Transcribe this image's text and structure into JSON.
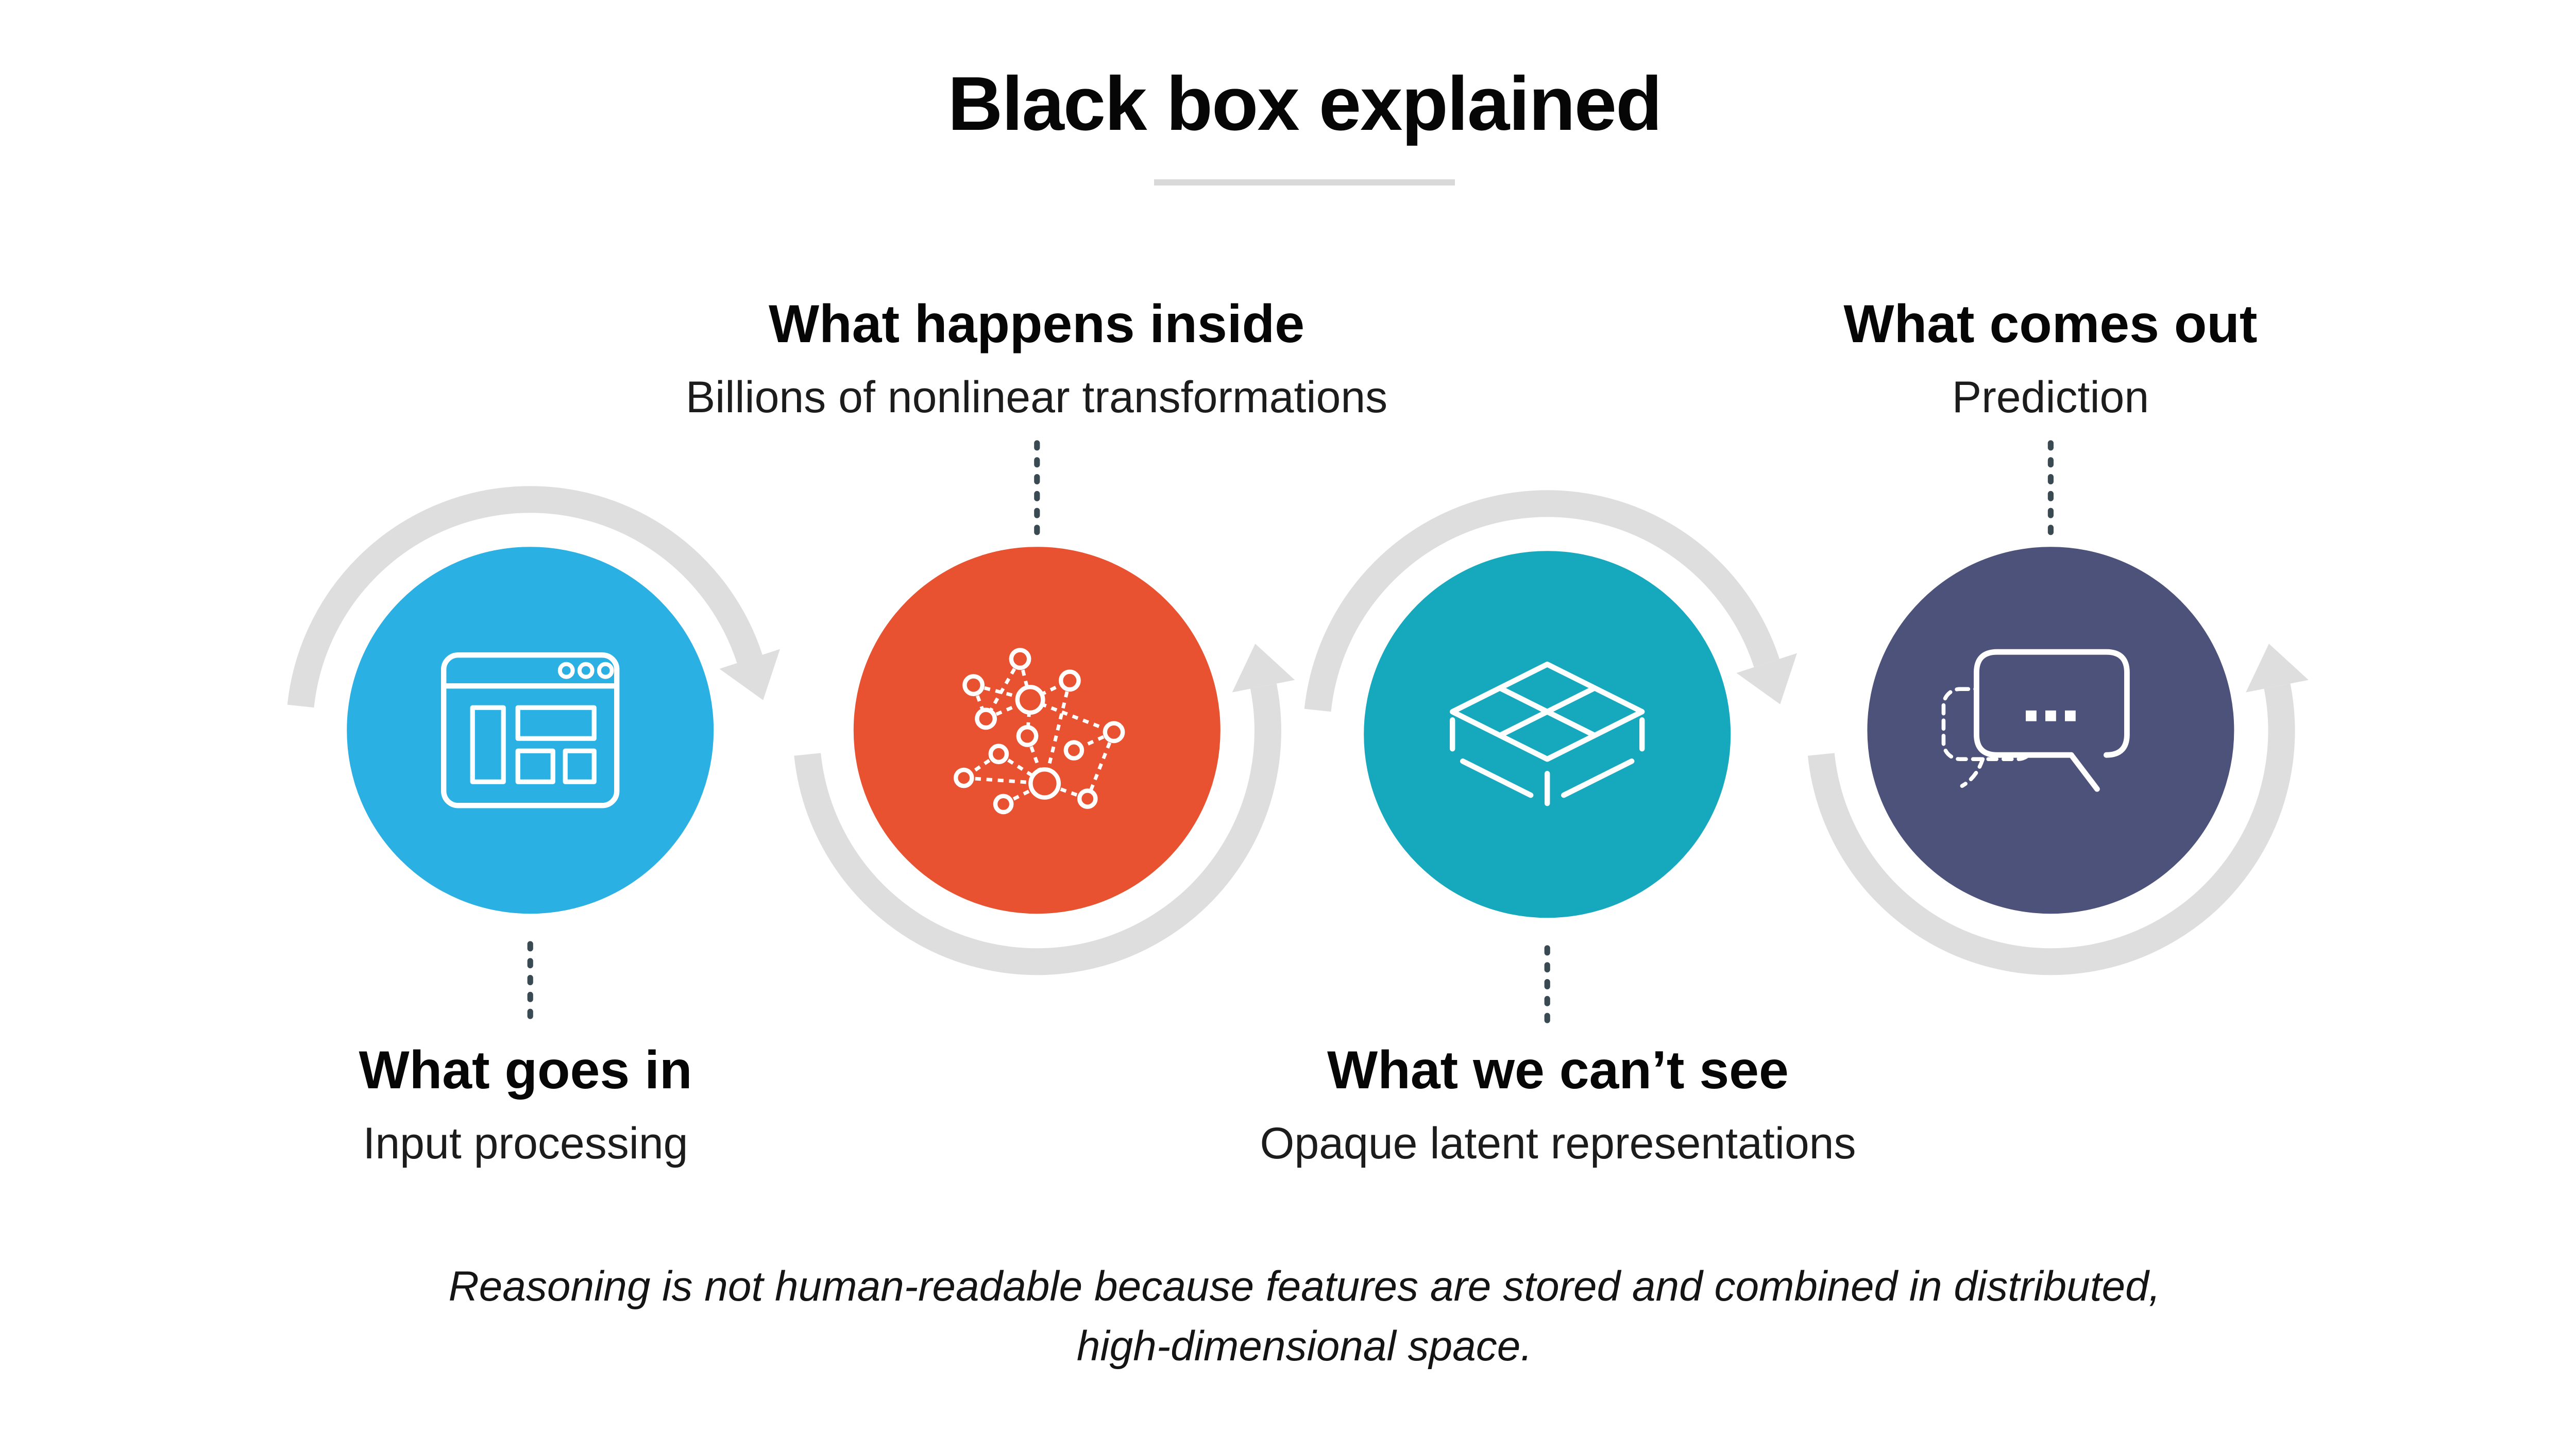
{
  "title": {
    "text": "Black box explained"
  },
  "steps": [
    {
      "label": "What goes in",
      "sublabel": "Input processing",
      "label_position": "below",
      "circle_color": "#2AB0E3",
      "icon": "browser-window-icon"
    },
    {
      "label": "What happens inside",
      "sublabel": "Billions of nonlinear transformations",
      "label_position": "above",
      "circle_color": "#E85230",
      "icon": "neural-network-icon"
    },
    {
      "label": "What we can’t see",
      "sublabel": "Opaque latent representations",
      "label_position": "below",
      "circle_color": "#16A9BE",
      "icon": "layers-grid-icon"
    },
    {
      "label": "What comes out",
      "sublabel": "Prediction",
      "label_position": "above",
      "circle_color": "#4D527B",
      "icon": "speech-bubble-icon"
    }
  ],
  "footnote": {
    "line1": "Reasoning is not human-readable because features are stored and combined in distributed,",
    "line2": "high-dimensional space."
  },
  "colors": {
    "arrow_gray": "#DEDEDE",
    "connector_dots": "#3A4A52",
    "title_rule": "#D9D9D9",
    "icon_stroke": "#FFFFFF"
  }
}
